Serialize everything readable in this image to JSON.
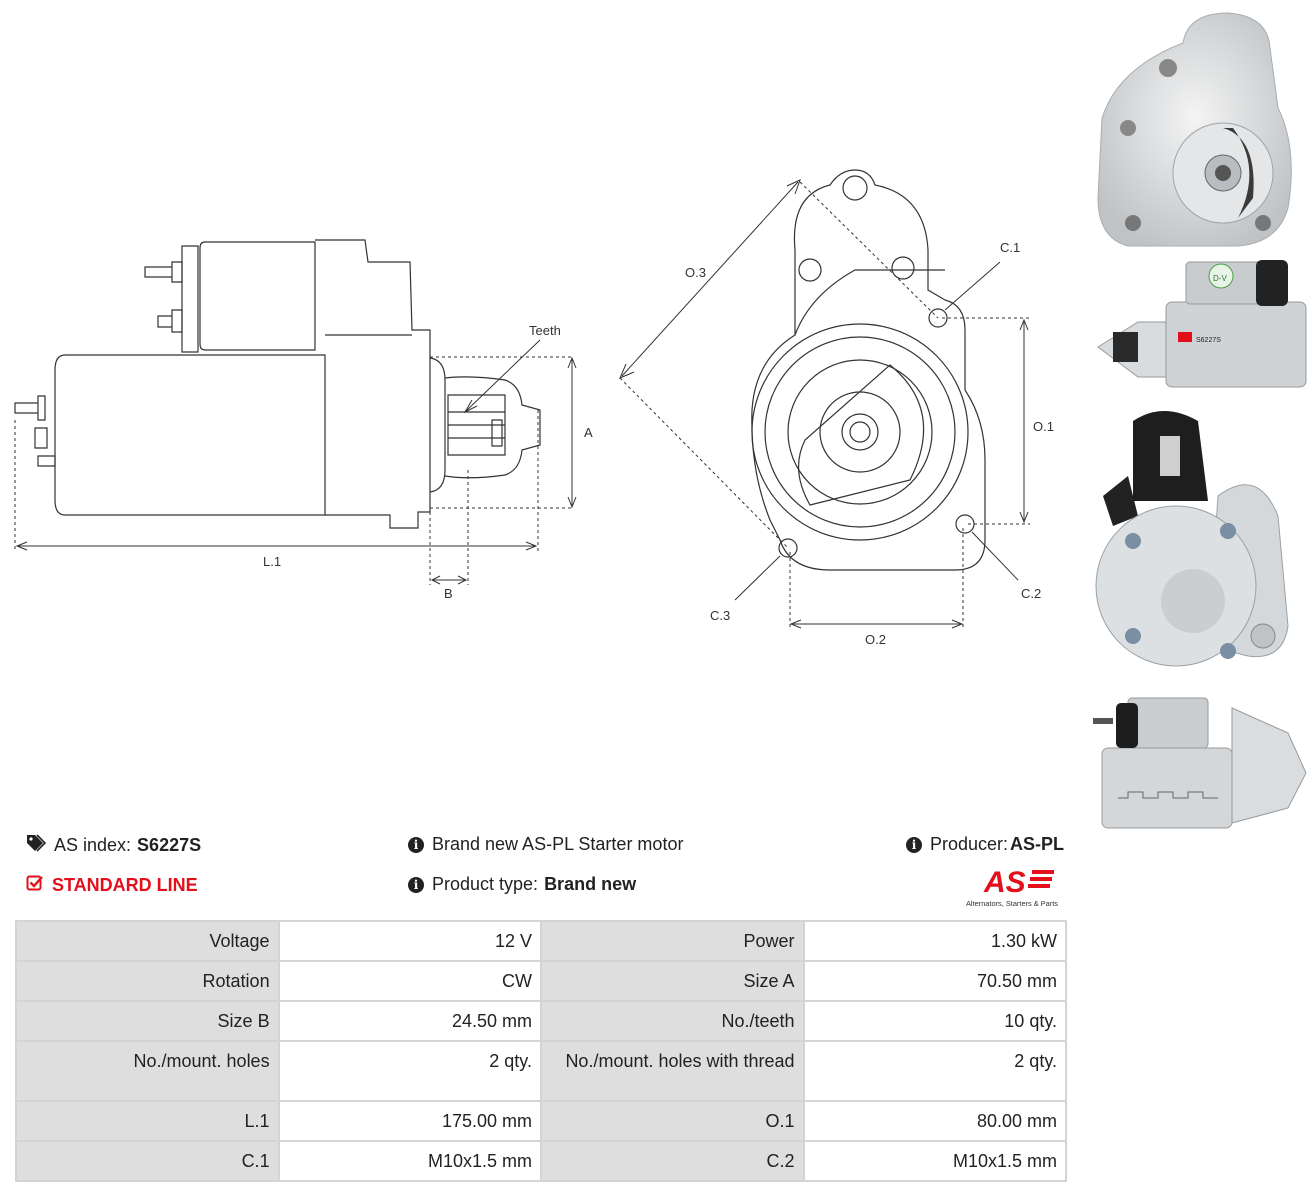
{
  "drawing": {
    "labels": {
      "teeth": "Teeth",
      "a": "A",
      "b": "B",
      "l1": "L.1",
      "o1": "O.1",
      "o2": "O.2",
      "o3": "O.3",
      "c1": "C.1",
      "c2": "C.2",
      "c3": "C.3"
    }
  },
  "photos": {
    "label_text": "S6227S",
    "badge_text": "D-V"
  },
  "header": {
    "as_index_label": "AS index:",
    "as_index_value": "S6227S",
    "line_label": "STANDARD LINE",
    "brand_text": "Brand new AS-PL Starter motor",
    "product_type_label": "Product type:",
    "product_type_value": "Brand new",
    "producer_label": "Producer:",
    "producer_value": "AS-PL"
  },
  "logo": {
    "mark": "AS",
    "tagline": "Alternators, Starters & Parts"
  },
  "specs": [
    {
      "k1": "Voltage",
      "v1": "12 V",
      "k2": "Power",
      "v2": "1.30 kW"
    },
    {
      "k1": "Rotation",
      "v1": "CW",
      "k2": "Size A",
      "v2": "70.50 mm"
    },
    {
      "k1": "Size B",
      "v1": "24.50 mm",
      "k2": "No./teeth",
      "v2": "10 qty."
    },
    {
      "k1": "No./mount. holes",
      "v1": "2 qty.",
      "k2": "No./mount. holes with thread",
      "v2": "2 qty."
    },
    {
      "k1": "L.1",
      "v1": "175.00 mm",
      "k2": "O.1",
      "v2": "80.00 mm"
    },
    {
      "k1": "C.1",
      "v1": "M10x1.5 mm",
      "k2": "C.2",
      "v2": "M10x1.5 mm"
    }
  ],
  "colors": {
    "accent": "#e3101c",
    "table_key_bg": "#dedede",
    "table_border": "#d4d4d4"
  },
  "icons": {
    "tags": "tags-icon",
    "info": "info-icon",
    "check": "check-square-icon"
  }
}
